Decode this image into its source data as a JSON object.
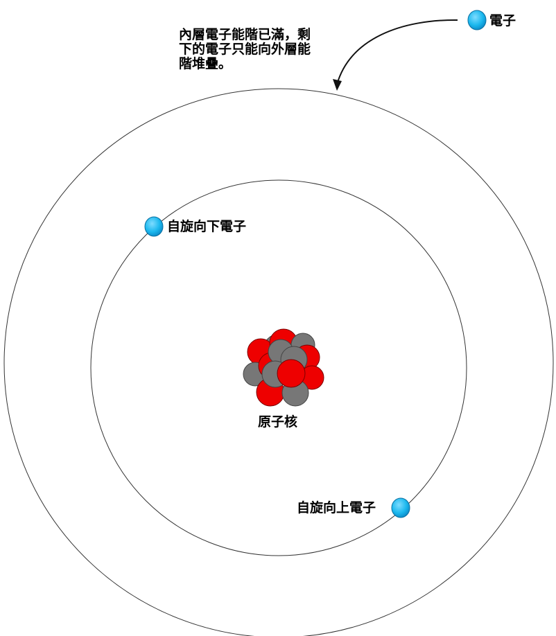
{
  "labels": {
    "electron": "電子",
    "spin_down_electron": "自旋向下電子",
    "spin_up_electron": "自旋向上電子",
    "nucleus": "原子核"
  },
  "note": {
    "lines": [
      "內層電子能階已滿，剩",
      "下的電子只能向外層能",
      "階堆疊。"
    ]
  },
  "colors": {
    "electron": "#1bb8ee",
    "proton": "#ee0000",
    "neutron": "#777777",
    "orbit": "#333333",
    "background": "#ffffff"
  }
}
